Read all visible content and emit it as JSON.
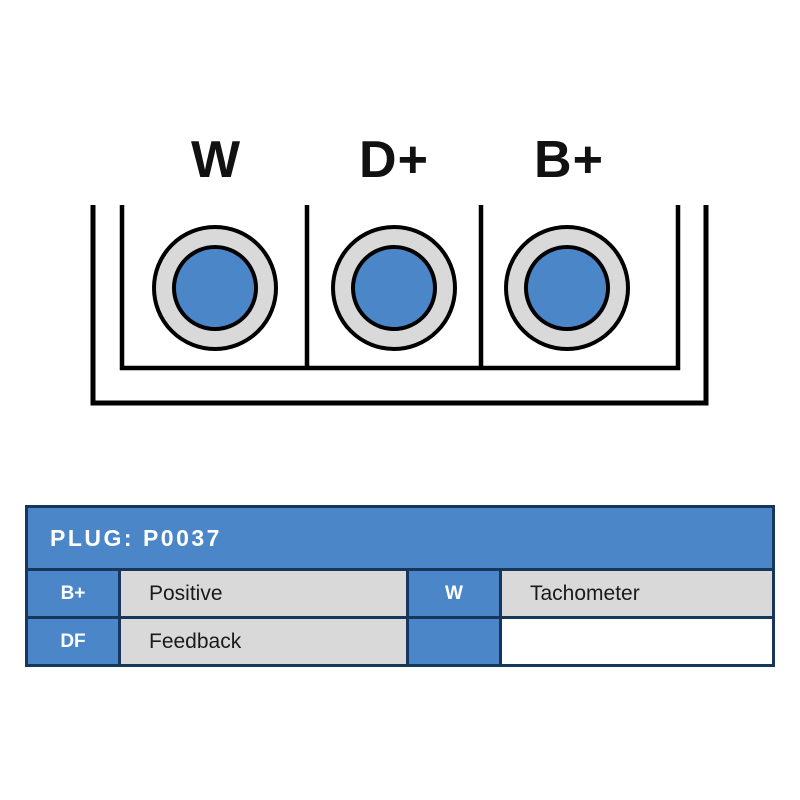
{
  "colors": {
    "accent_blue": "#4a86c8",
    "ring_gray": "#d9d9d9",
    "cell_gray": "#d9d9d9",
    "table_border": "#16365c",
    "outline_black": "#000000",
    "text_dark": "#1a1a1a",
    "text_white": "#ffffff"
  },
  "diagram": {
    "terminals": [
      {
        "label": "W"
      },
      {
        "label": "D+"
      },
      {
        "label": "B+"
      }
    ]
  },
  "table": {
    "title": "PLUG: P0037",
    "rows": [
      {
        "pin_a": "B+",
        "desc_a": "Positive",
        "pin_b": "W",
        "desc_b": "Tachometer"
      },
      {
        "pin_a": "DF",
        "desc_a": "Feedback",
        "pin_b": "",
        "desc_b": ""
      }
    ]
  }
}
